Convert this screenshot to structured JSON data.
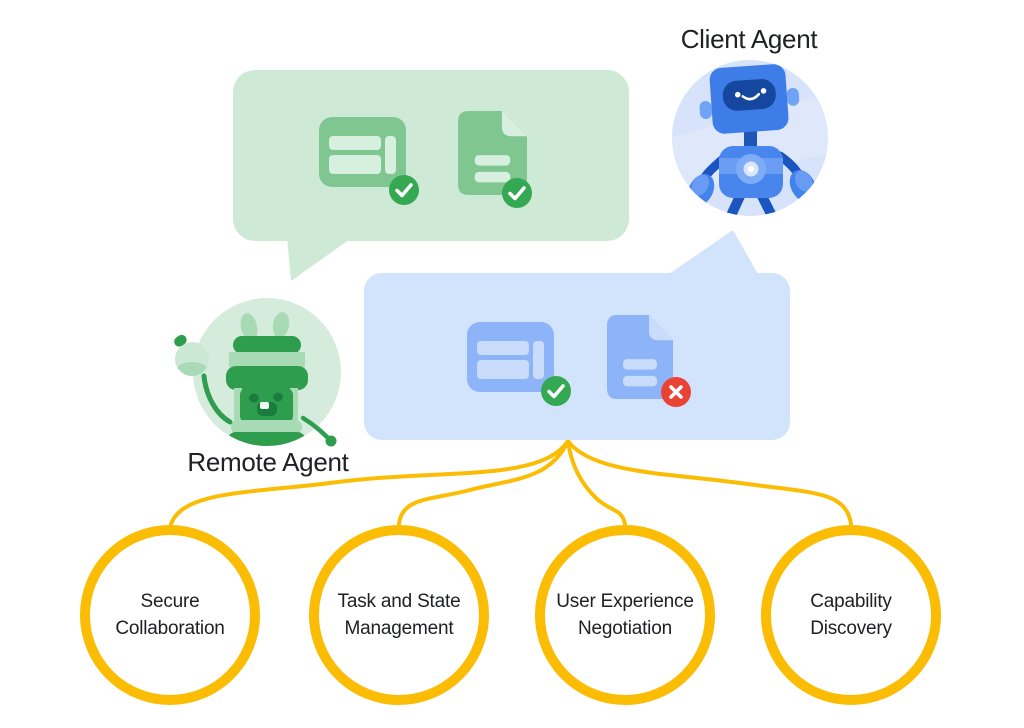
{
  "agents": {
    "client": {
      "label": "Client Agent"
    },
    "remote": {
      "label": "Remote Agent"
    }
  },
  "bubbles": {
    "remote_bubble": {
      "from": "remote-agent",
      "icons": [
        {
          "name": "web-window-icon",
          "status": "approved"
        },
        {
          "name": "document-icon",
          "status": "approved"
        }
      ]
    },
    "client_bubble": {
      "from": "client-agent",
      "icons": [
        {
          "name": "web-window-icon",
          "status": "approved"
        },
        {
          "name": "document-icon",
          "status": "rejected"
        }
      ]
    }
  },
  "features": [
    {
      "line1": "Secure",
      "line2": "Collaboration"
    },
    {
      "line1": "Task and State",
      "line2": "Management"
    },
    {
      "line1": "User Experience",
      "line2": "Negotiation"
    },
    {
      "line1": "Capability",
      "line2": "Discovery"
    }
  ],
  "palette": {
    "green_bubble": "#CEEAD6",
    "green_icon": "#7FC690",
    "green_icon_cut": "#D6EFDE",
    "check_green": "#34A853",
    "blue_bubble": "#D2E3FC",
    "blue_icon": "#8DB3F8",
    "blue_icon_cut": "#C9DCFC",
    "error_red": "#EA4335",
    "connector_yellow": "#FBBC04",
    "text_dark": "#202124",
    "client_circle_bg": "#D7E3FA",
    "remote_circle_bg": "#D5EBDC"
  }
}
